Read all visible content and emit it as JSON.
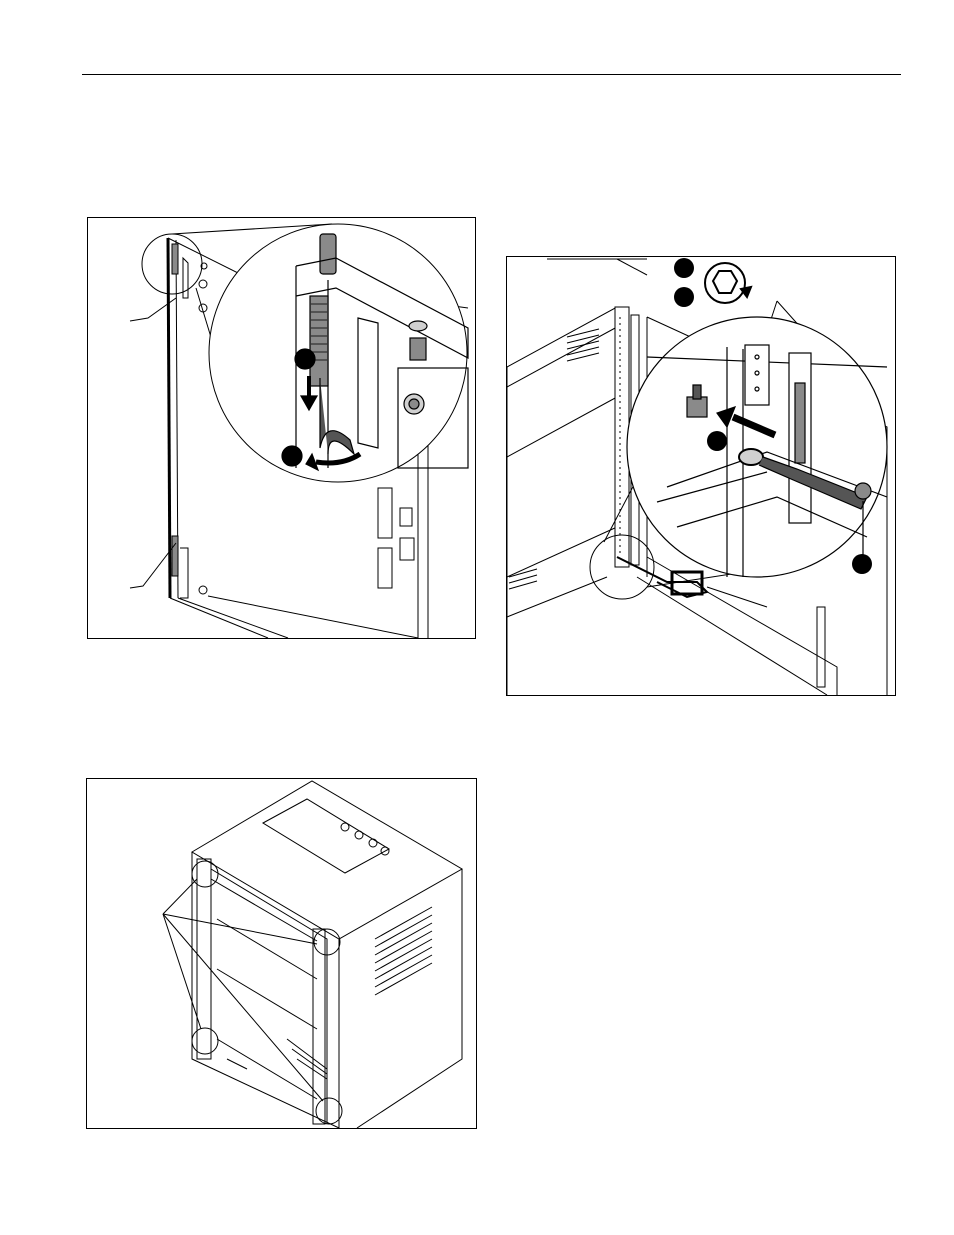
{
  "page": {
    "header_rule": true
  },
  "figures": [
    {
      "id": "door-hinge",
      "icons": [
        "hinge-pin-icon",
        "down-arrow-icon",
        "rotate-arrow-icon"
      ]
    },
    {
      "id": "ground-strap",
      "icons": [
        "wrench-icon",
        "nut-icon",
        "push-arrow-icon"
      ]
    },
    {
      "id": "cabinet",
      "icons": [
        "hinge-location-circle-icon"
      ]
    }
  ],
  "colors": {
    "line": "#000000",
    "fill_dark": "#333333",
    "fill_mid": "#8a8a8a",
    "fill_light": "#d0d0d0",
    "paper": "#ffffff"
  }
}
